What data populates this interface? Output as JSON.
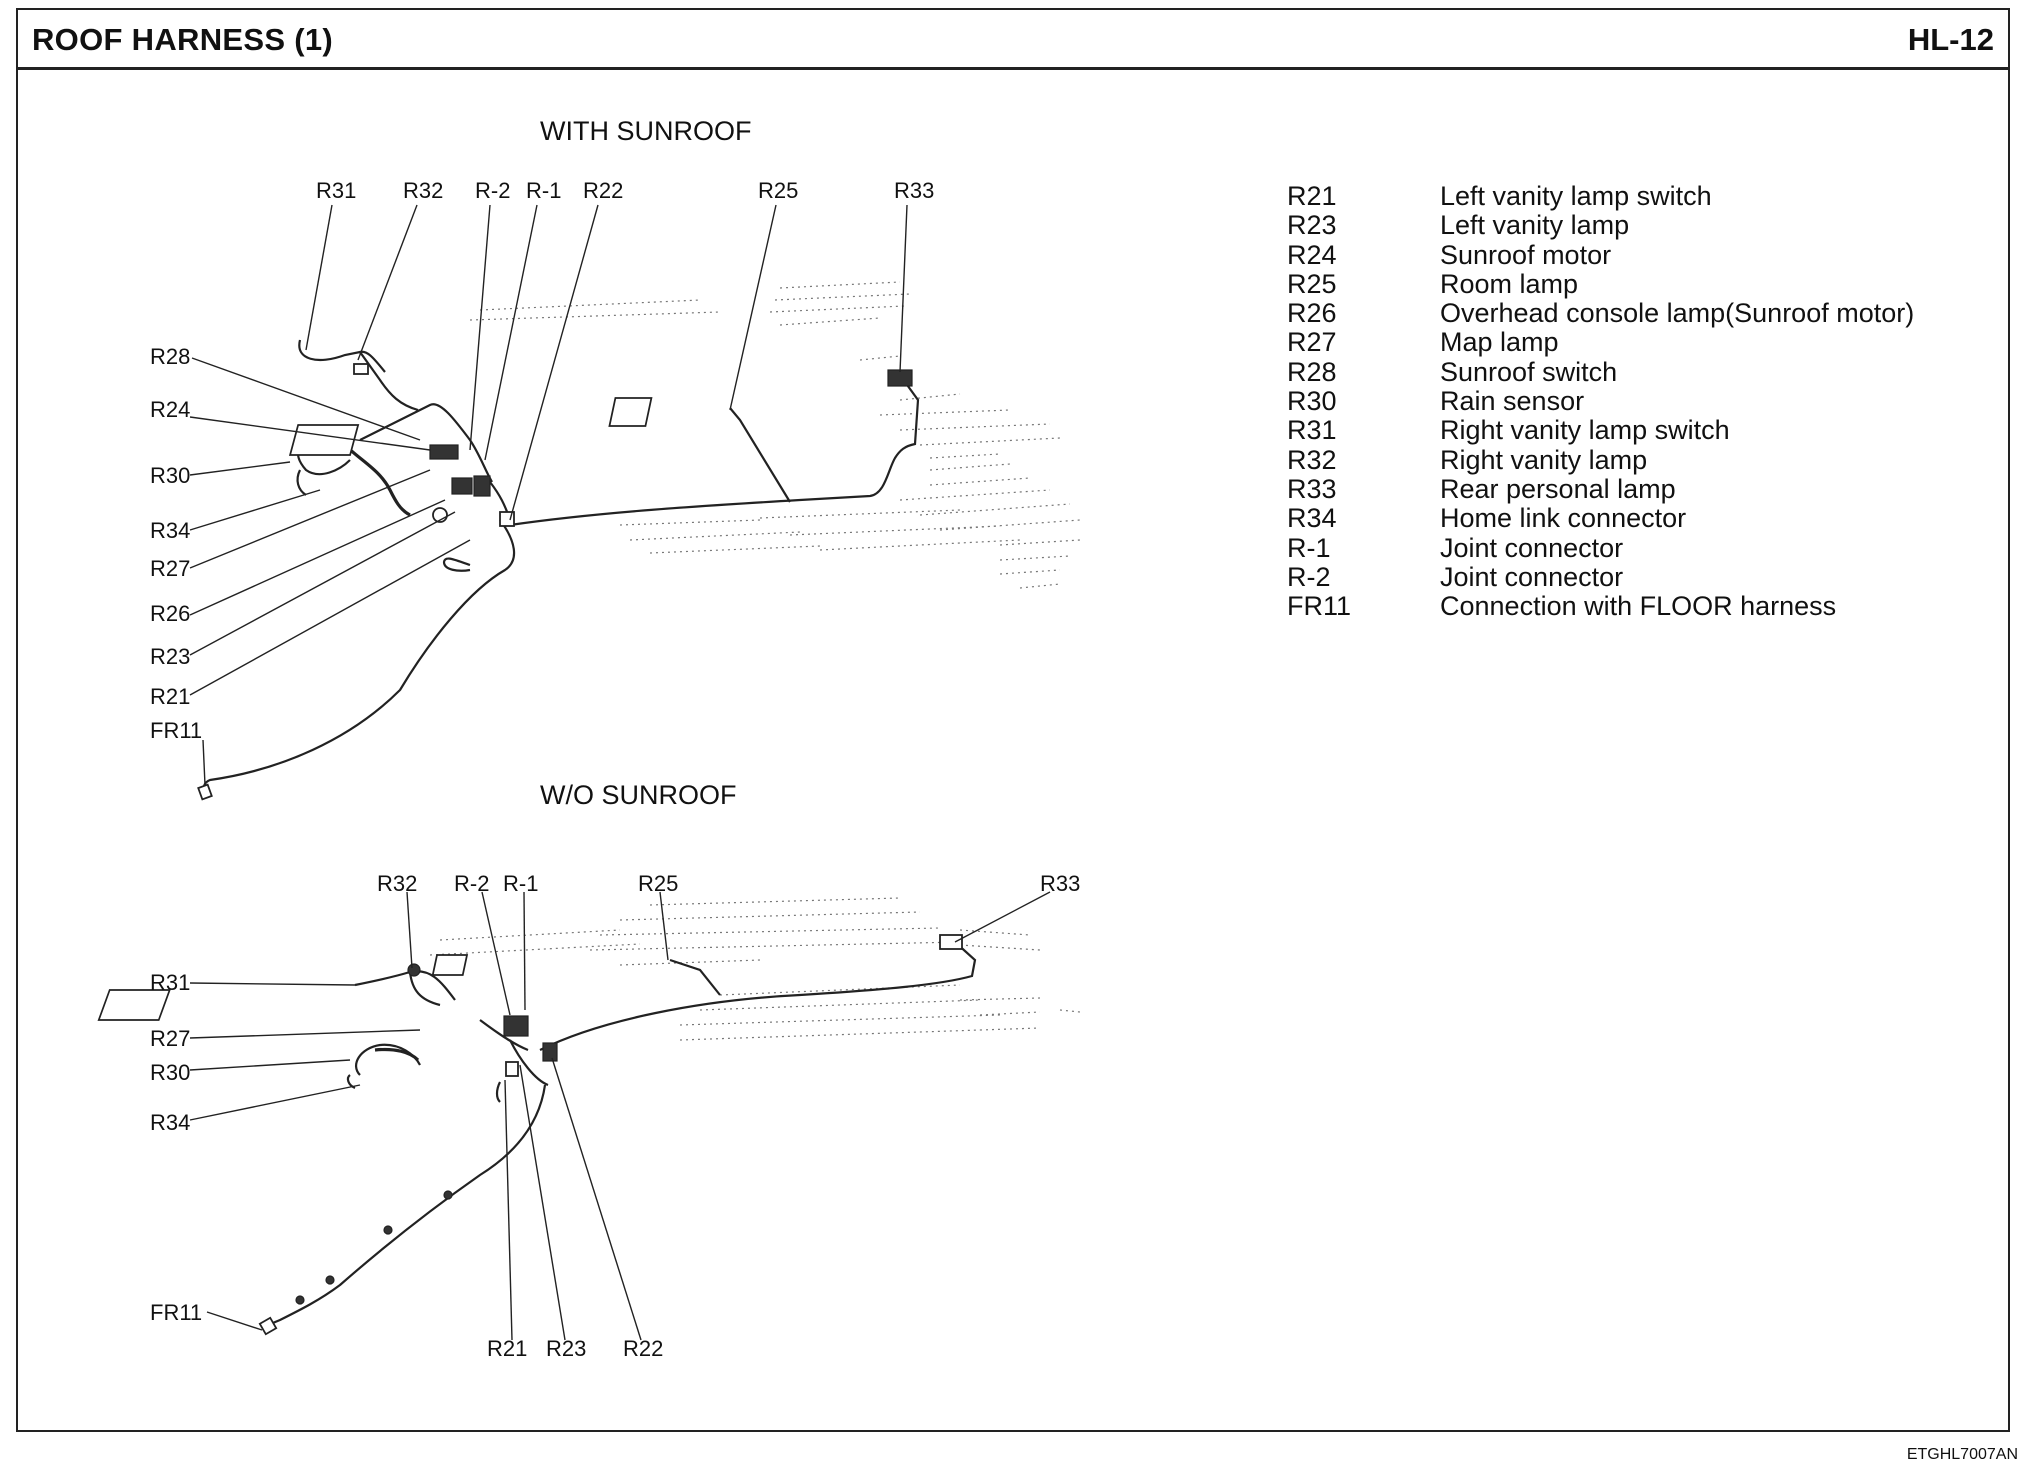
{
  "header": {
    "title": "ROOF HARNESS (1)",
    "page": "HL-12"
  },
  "sections": {
    "with_sunroof": {
      "title": "WITH SUNROOF",
      "labels": {
        "r31": "R31",
        "r32": "R32",
        "r_2": "R-2",
        "r_1": "R-1",
        "r22": "R22",
        "r25": "R25",
        "r33": "R33",
        "r28": "R28",
        "r24": "R24",
        "r30": "R30",
        "r34": "R34",
        "r27": "R27",
        "r26": "R26",
        "r23": "R23",
        "r21": "R21",
        "fr11": "FR11"
      }
    },
    "wo_sunroof": {
      "title": "W/O SUNROOF",
      "labels": {
        "r32": "R32",
        "r_2": "R-2",
        "r_1": "R-1",
        "r25": "R25",
        "r33": "R33",
        "r31": "R31",
        "r27": "R27",
        "r30": "R30",
        "r34": "R34",
        "fr11": "FR11",
        "r21": "R21",
        "r23": "R23",
        "r22": "R22"
      }
    }
  },
  "legend": [
    {
      "code": "R21",
      "desc": "Left vanity lamp switch"
    },
    {
      "code": "R23",
      "desc": "Left vanity lamp"
    },
    {
      "code": "R24",
      "desc": "Sunroof motor"
    },
    {
      "code": "R25",
      "desc": "Room lamp"
    },
    {
      "code": "R26",
      "desc": "Overhead console lamp(Sunroof motor)"
    },
    {
      "code": "R27",
      "desc": "Map lamp"
    },
    {
      "code": "R28",
      "desc": "Sunroof switch"
    },
    {
      "code": "R30",
      "desc": "Rain sensor"
    },
    {
      "code": "R31",
      "desc": "Right vanity lamp switch"
    },
    {
      "code": "R32",
      "desc": "Right vanity lamp"
    },
    {
      "code": "R33",
      "desc": "Rear personal lamp"
    },
    {
      "code": "R34",
      "desc": "Home link connector"
    },
    {
      "code": "R-1",
      "desc": "Joint connector"
    },
    {
      "code": "R-2",
      "desc": "Joint connector"
    },
    {
      "code": "FR11",
      "desc": "Connection with FLOOR harness"
    }
  ],
  "doc_code": "ETGHL7007AN"
}
